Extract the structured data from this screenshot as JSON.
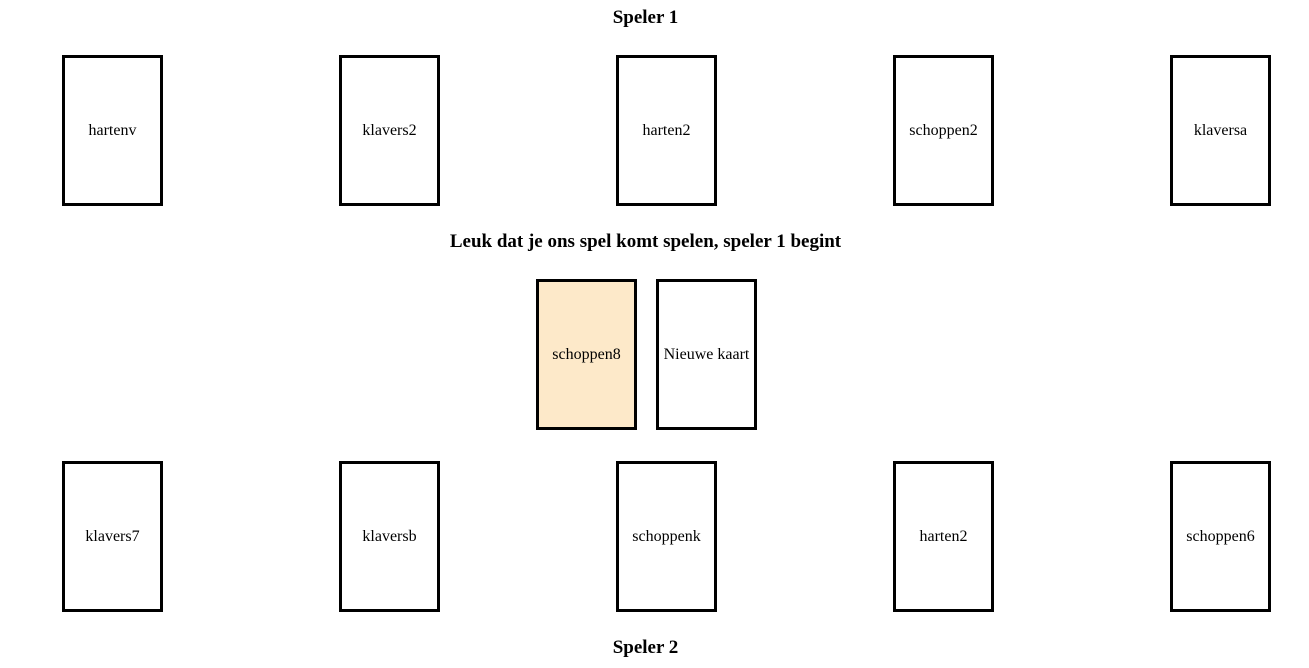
{
  "player1": {
    "title": "Speler 1",
    "cards": [
      "hartenv",
      "klavers2",
      "harten2",
      "schoppen2",
      "klaversa"
    ]
  },
  "message": "Leuk dat je ons spel komt spelen, speler 1 begint",
  "table": {
    "pile_card": "schoppen8",
    "draw_label": "Nieuwe kaart",
    "pile_color": "#fde9c9"
  },
  "player2": {
    "title": "Speler 2",
    "cards": [
      "klavers7",
      "klaversb",
      "schoppenk",
      "harten2",
      "schoppen6"
    ]
  }
}
